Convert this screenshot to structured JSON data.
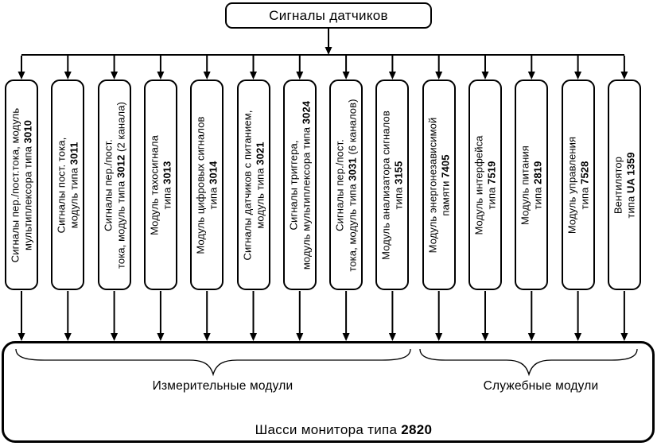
{
  "header": {
    "title": "Сигналы датчиков"
  },
  "modules": [
    {
      "lines": [
        {
          "pre": "Сигналы пер./пост.тока, модуль",
          "code": "",
          "post": ""
        },
        {
          "pre": "мультиплексора типа ",
          "code": "3010",
          "post": ""
        }
      ]
    },
    {
      "lines": [
        {
          "pre": "Сигналы пост. тока,",
          "code": "",
          "post": ""
        },
        {
          "pre": "модуль типа ",
          "code": "3011",
          "post": ""
        }
      ]
    },
    {
      "lines": [
        {
          "pre": "Сигналы пер./пост.",
          "code": "",
          "post": ""
        },
        {
          "pre": "тока, модуль типа ",
          "code": "3012",
          "post": " (2 канала)"
        }
      ]
    },
    {
      "lines": [
        {
          "pre": "Модуль тахосигнала",
          "code": "",
          "post": ""
        },
        {
          "pre": "типа ",
          "code": "3013",
          "post": ""
        }
      ]
    },
    {
      "lines": [
        {
          "pre": "Модуль цифровых сигналов",
          "code": "",
          "post": ""
        },
        {
          "pre": "типа ",
          "code": "3014",
          "post": ""
        }
      ]
    },
    {
      "lines": [
        {
          "pre": "Сигналы датчиков с питанием,",
          "code": "",
          "post": ""
        },
        {
          "pre": "модуль типа ",
          "code": "3021",
          "post": ""
        }
      ]
    },
    {
      "lines": [
        {
          "pre": "Сигналы триггера,",
          "code": "",
          "post": ""
        },
        {
          "pre": "модуль мультиплексора типа ",
          "code": "3024",
          "post": ""
        }
      ]
    },
    {
      "lines": [
        {
          "pre": "Сигналы пер./пост.",
          "code": "",
          "post": ""
        },
        {
          "pre": "тока, модуль типа ",
          "code": "3031",
          "post": " (6 каналов)"
        }
      ]
    },
    {
      "lines": [
        {
          "pre": "Модуль анализатора сигналов",
          "code": "",
          "post": ""
        },
        {
          "pre": "типа ",
          "code": "3155",
          "post": ""
        }
      ]
    },
    {
      "lines": [
        {
          "pre": "Модуль энергонезависимой",
          "code": "",
          "post": ""
        },
        {
          "pre": "памяти ",
          "code": "7405",
          "post": ""
        }
      ]
    },
    {
      "lines": [
        {
          "pre": "Модуль интерфейса",
          "code": "",
          "post": ""
        },
        {
          "pre": "типа ",
          "code": "7519",
          "post": ""
        }
      ]
    },
    {
      "lines": [
        {
          "pre": "Модуль питания",
          "code": "",
          "post": ""
        },
        {
          "pre": "типа ",
          "code": "2819",
          "post": ""
        }
      ]
    },
    {
      "lines": [
        {
          "pre": "Модуль управления",
          "code": "",
          "post": ""
        },
        {
          "pre": "типа ",
          "code": "7528",
          "post": ""
        }
      ]
    },
    {
      "lines": [
        {
          "pre": "Вентилятор",
          "code": "",
          "post": ""
        },
        {
          "pre": "типа ",
          "code": "UA 1359",
          "post": ""
        }
      ]
    }
  ],
  "groups": [
    {
      "label": "Измерительные модули"
    },
    {
      "label": "Служебные модули"
    }
  ],
  "chassis": {
    "pre": "Шасси монитора типа ",
    "code": "2820"
  },
  "colors": {
    "ink": "#000000",
    "paper": "#ffffff"
  }
}
